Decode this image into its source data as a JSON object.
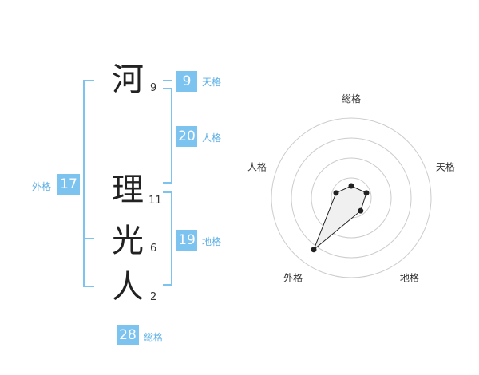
{
  "name": {
    "chars": [
      {
        "char": "河",
        "strokes": "9"
      },
      {
        "char": "理",
        "strokes": "11"
      },
      {
        "char": "光",
        "strokes": "6"
      },
      {
        "char": "人",
        "strokes": "2"
      }
    ]
  },
  "kaku": {
    "tenkaku": {
      "value": "9",
      "label": "天格"
    },
    "jinkaku": {
      "value": "20",
      "label": "人格"
    },
    "chikaku": {
      "value": "19",
      "label": "地格"
    },
    "gaikaku": {
      "value": "17",
      "label": "外格"
    },
    "soukaku": {
      "value": "28",
      "label": "総格"
    }
  },
  "colors": {
    "accent": "#7dc3f0",
    "accent_text": "#5aafe6",
    "grid": "#cccccc"
  },
  "chart_data": {
    "type": "radar",
    "axes": [
      "総格",
      "天格",
      "地格",
      "外格",
      "人格"
    ],
    "rings": 4,
    "values": [
      0.15,
      0.2,
      0.2,
      0.8,
      0.2
    ]
  }
}
